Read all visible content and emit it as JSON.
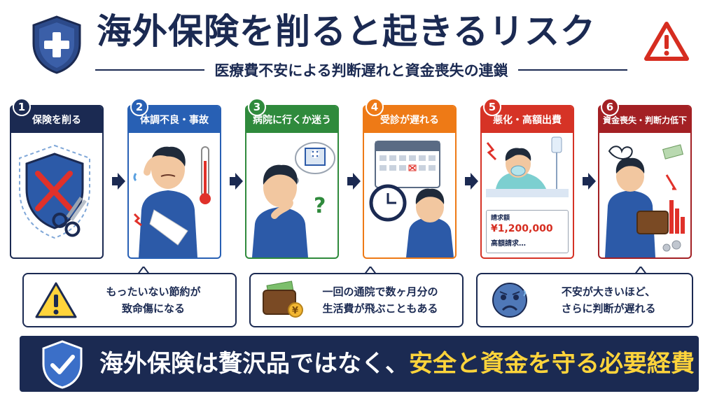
{
  "header": {
    "title": "海外保険を削ると起きるリスク",
    "subtitle": "医療費不安による判断遅れと資金喪失の連鎖"
  },
  "steps": [
    {
      "num": "1",
      "label": "保険を削る",
      "color": "#1b2a52"
    },
    {
      "num": "2",
      "label": "体調不良・事故",
      "color": "#2860b4"
    },
    {
      "num": "3",
      "label": "病院に行くか迷う",
      "color": "#2f8a3c"
    },
    {
      "num": "4",
      "label": "受診が遅れる",
      "color": "#ee7a16"
    },
    {
      "num": "5",
      "label": "悪化・高額出費",
      "color": "#d63326"
    },
    {
      "num": "6",
      "label": "資金喪失・判断力低下",
      "color": "#a32024"
    }
  ],
  "bill": {
    "title": "請求額",
    "amount": "¥1,200,000",
    "note": "高額請求…"
  },
  "callouts": [
    {
      "line1": "もったいない節約が",
      "line2": "致命傷になる"
    },
    {
      "line1": "一回の通院で数ヶ月分の",
      "line2": "生活費が飛ぶこともある"
    },
    {
      "line1": "不安が大きいほど、",
      "line2": "さらに判断が遅れる"
    }
  ],
  "footer": {
    "part1": "海外保険は贅沢品ではなく、",
    "part2": "安全と資金を守る必要経費"
  },
  "colors": {
    "navy": "#1b2a52",
    "highlight": "#ffd43b",
    "warning": "#d62d20"
  },
  "icons": {
    "header_left": "shield-plus-icon",
    "header_right": "warning-triangle-icon",
    "footer": "shield-check-icon"
  }
}
